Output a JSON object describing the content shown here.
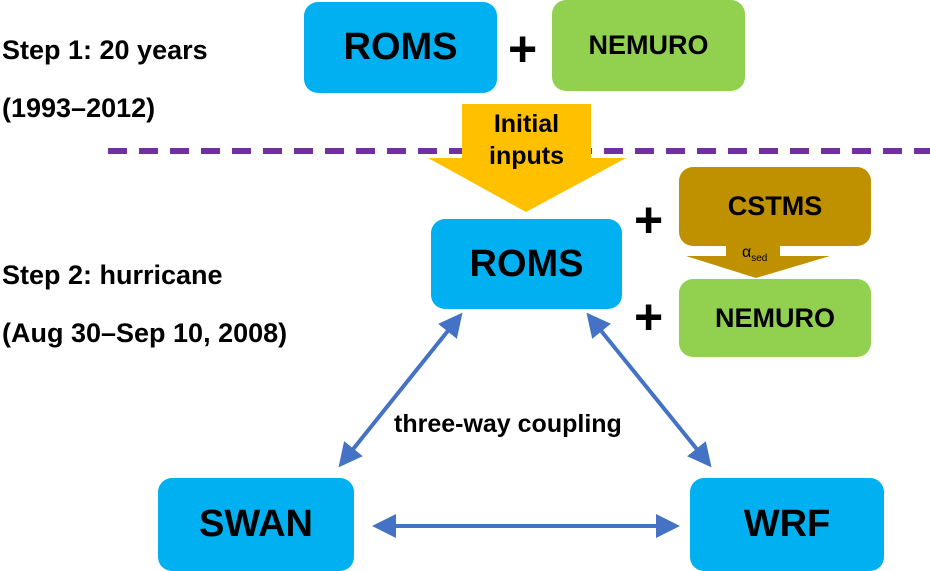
{
  "step1": {
    "title": "Step 1: 20 years",
    "period": "(1993–2012)",
    "models": [
      "ROMS",
      "NEMURO"
    ],
    "operator": "+"
  },
  "initial_inputs_arrow": {
    "line1": "Initial",
    "line2": "inputs"
  },
  "step2": {
    "title": "Step 2: hurricane",
    "period": "(Aug 30–Sep 10, 2008)",
    "core_model": "ROMS",
    "sediment_model": "CSTMS",
    "bio_model": "NEMURO",
    "operator": "+",
    "transfer_label": "α",
    "transfer_subscript": "sed",
    "coupling_label": "three-way coupling",
    "wave_model": "SWAN",
    "atmosphere_model": "WRF"
  },
  "colors": {
    "model_blue": "#00b0f0",
    "model_green": "#92d050",
    "sediment_gold": "#bf9000",
    "inputs_arrow": "#ffc000",
    "divider_purple": "#7030a0",
    "coupling_arrow": "#4472c4"
  }
}
